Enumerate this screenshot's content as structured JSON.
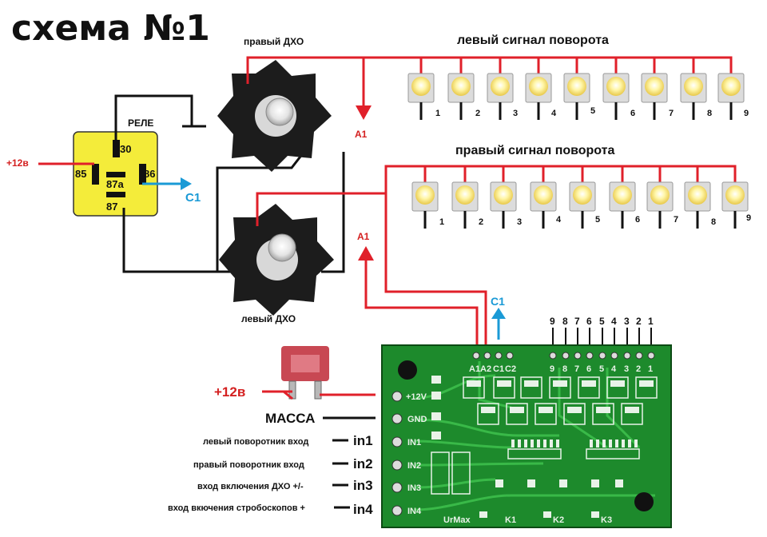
{
  "title": "схема №1",
  "relay": {
    "label": "РЕЛЕ",
    "pins": {
      "p30": "30",
      "p85": "85",
      "p86": "86",
      "p87a": "87a",
      "p87": "87"
    }
  },
  "power": {
    "plus12_top": "+12в",
    "plus12_board": "+12в",
    "ground": "МАССА"
  },
  "drl": {
    "right_label": "правый ДХО",
    "left_label": "левый ДХО"
  },
  "turn_signals": {
    "left_label": "левый сигнал поворота",
    "right_label": "правый сигнал поворота",
    "numbers": [
      "1",
      "2",
      "3",
      "4",
      "5",
      "6",
      "7",
      "8",
      "9"
    ]
  },
  "signals": {
    "a1_top": "A1",
    "a1_bottom": "A1",
    "c1_relay": "C1",
    "c1_board": "C1"
  },
  "board": {
    "header_numbers": [
      "9",
      "8",
      "7",
      "6",
      "5",
      "4",
      "3",
      "2",
      "1"
    ],
    "top_labels": [
      "A1",
      "A2",
      "C1",
      "C2"
    ],
    "pin_numbers": [
      "9",
      "8",
      "7",
      "6",
      "5",
      "4",
      "3",
      "2",
      "1"
    ],
    "left_labels": [
      "+12V",
      "GND",
      "IN1",
      "IN2",
      "IN3",
      "IN4"
    ],
    "bottom_labels": [
      "UrMax",
      "K1",
      "K2",
      "K3"
    ]
  },
  "inputs": [
    {
      "desc": "левый поворотник вход",
      "name": "in1"
    },
    {
      "desc": "правый поворотник вход",
      "name": "in2"
    },
    {
      "desc": "вход включения ДХО +/-",
      "name": "in3"
    },
    {
      "desc": "вход вкючения стробоскопов +",
      "name": "in4"
    }
  ],
  "colors": {
    "wire_red": "#e0202a",
    "wire_black": "#111111",
    "wire_blue": "#1a9ad6",
    "relay_yellow": "#f4ec3a",
    "pcb_green": "#1d8a2c"
  }
}
